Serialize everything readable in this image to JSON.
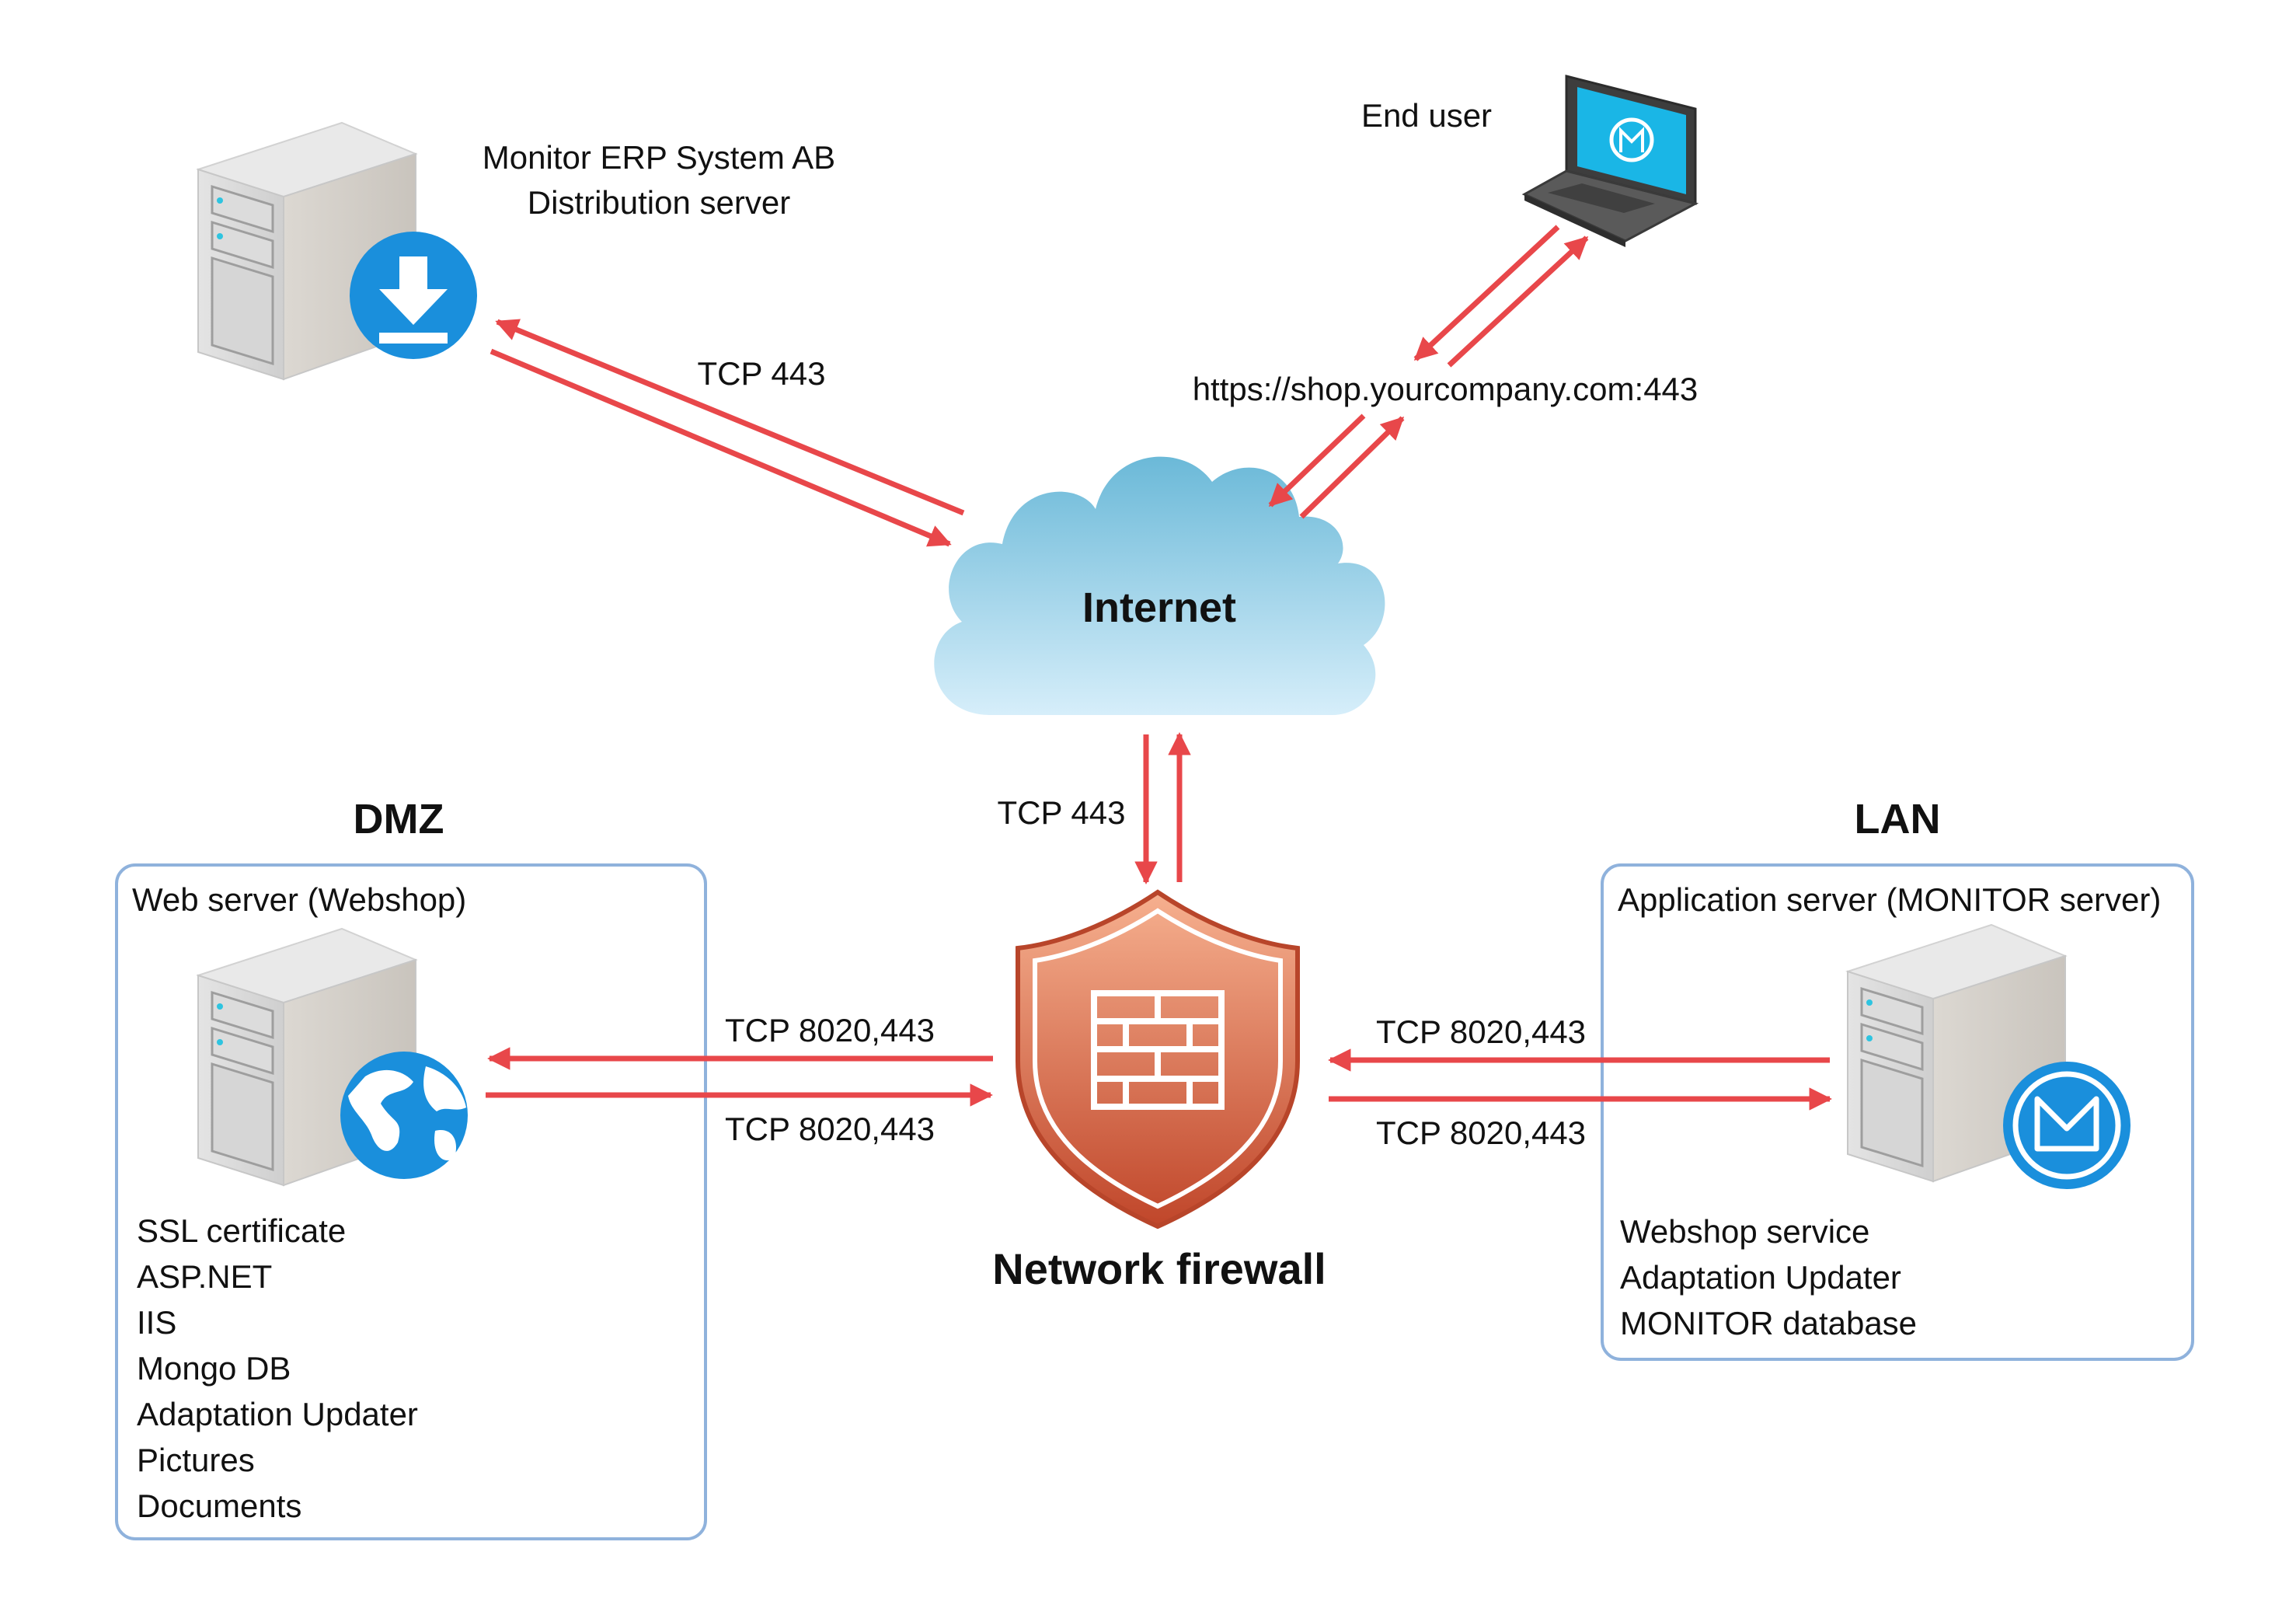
{
  "distribution_server": {
    "line1": "Monitor ERP System AB",
    "line2": "Distribution server",
    "icon": "download-icon",
    "link_label": "TCP 443"
  },
  "end_user": {
    "label": "End user",
    "url": "https://shop.yourcompany.com:443"
  },
  "internet": {
    "label": "Internet",
    "firewall_link_label": "TCP 443"
  },
  "firewall": {
    "label": "Network firewall",
    "icon": "brick-wall-icon"
  },
  "dmz": {
    "title": "DMZ",
    "server_label": "Web server (Webshop)",
    "icon": "globe-icon",
    "link_in_label": "TCP 8020,443",
    "link_out_label": "TCP 8020,443",
    "components": [
      "SSL certificate",
      "ASP.NET",
      "IIS",
      "Mongo DB",
      "Adaptation Updater",
      "Pictures",
      "Documents"
    ]
  },
  "lan": {
    "title": "LAN",
    "server_label": "Application server (MONITOR server)",
    "icon": "monitor-logo-icon",
    "link_in_label": "TCP 8020,443",
    "link_out_label": "TCP 8020,443",
    "components": [
      "Webshop service",
      "Adaptation Updater",
      "MONITOR database"
    ]
  },
  "colors": {
    "arrow": "#e8474a",
    "zone_border": "#8fb2dc",
    "icon_blue": "#1a8fdc",
    "firewall_top": "#f4a484",
    "firewall_bottom": "#c24a2a"
  }
}
